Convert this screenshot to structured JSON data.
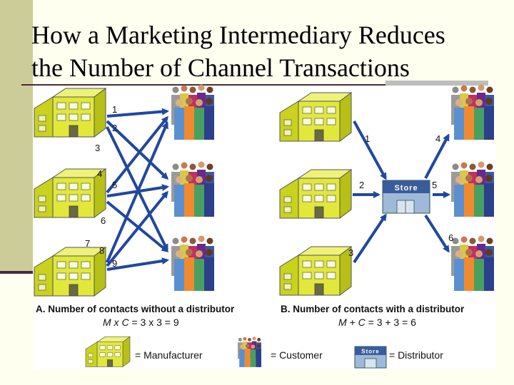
{
  "title": {
    "line1": "How a Marketing Intermediary Reduces",
    "line2": "the Number of Channel Transactions"
  },
  "panel_a": {
    "caption": "A. Number of contacts without a distributor",
    "formula_vars": "M x C",
    "formula_rest": " = 3 x 3 = 9",
    "contact_numbers": [
      "1",
      "2",
      "3",
      "4",
      "5",
      "6",
      "7",
      "8",
      "9"
    ]
  },
  "panel_b": {
    "caption": "B. Number of contacts with a distributor",
    "formula_vars": "M + C",
    "formula_rest": " = 3 + 3 = 6",
    "contact_numbers": [
      "1",
      "2",
      "3",
      "4",
      "5",
      "6"
    ],
    "store_label": "Store"
  },
  "legend": {
    "manufacturer": "= Manufacturer",
    "customer": "= Customer",
    "distributor": "= Distributor",
    "store_label": "Store"
  },
  "colors": {
    "arrow": "#2147a0",
    "building": "#d8e02a",
    "store": "#9fb9d8"
  },
  "icons": [
    "manufacturer-building-icon",
    "customer-group-icon",
    "store-icon"
  ]
}
